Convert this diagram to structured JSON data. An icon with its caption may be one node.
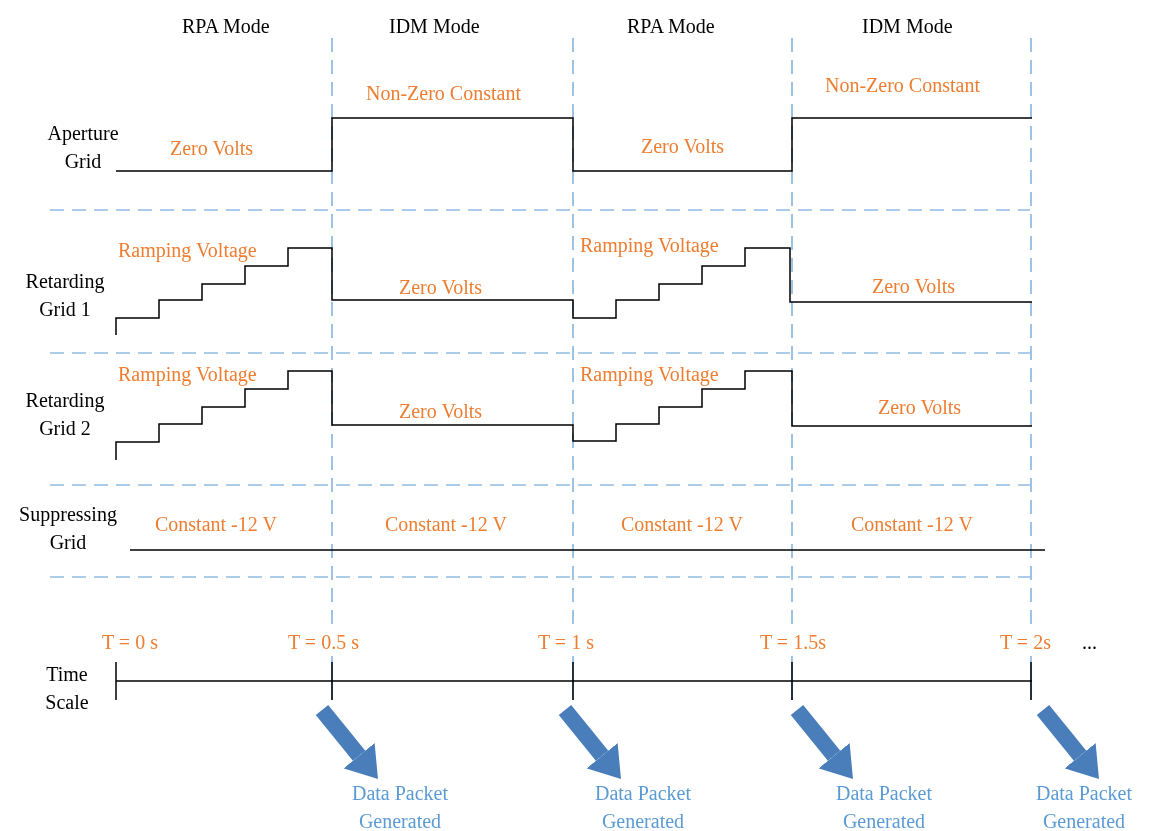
{
  "diagram": {
    "nodes": [
      {
        "text": [
          "Data Packet Generated"
        ]
      },
      {
        "text": [
          "Data Packet Generated"
        ]
      },
      {
        "text": [
          "Data Packet Generated"
        ]
      },
      {
        "text": [
          "Data Packet Generated"
        ]
      }
    ],
    "edges": [
      {
        "from": null,
        "to": 0,
        "arrow": "to"
      },
      {
        "from": null,
        "to": 1,
        "arrow": "to"
      },
      {
        "from": null,
        "to": 2,
        "arrow": "to"
      },
      {
        "from": null,
        "to": 3,
        "arrow": "to"
      }
    ],
    "labels": [
      "RPA Mode",
      "IDM Mode",
      "RPA Mode",
      "IDM Mode",
      "Non-Zero Constant",
      "Non-Zero Constant",
      "Aperture Grid",
      "Zero Volts",
      "Zero Volts",
      "Ramping Voltage",
      "Ramping Voltage",
      "Retarding Grid 1",
      "Zero Volts",
      "Zero Volts",
      "Ramping Voltage",
      "Ramping Voltage",
      "Retarding Grid 2",
      "Zero Volts",
      "Zero Volts",
      "Suppressing Grid",
      "Constant -12 V",
      "Constant -12 V",
      "Constant -12 V",
      "Constant -12 V",
      "T = 0 s",
      "T = 0.5 s",
      "T = 1 s",
      "T = 1.5s",
      "T = 2s",
      "...",
      "Time Scale"
    ]
  }
}
